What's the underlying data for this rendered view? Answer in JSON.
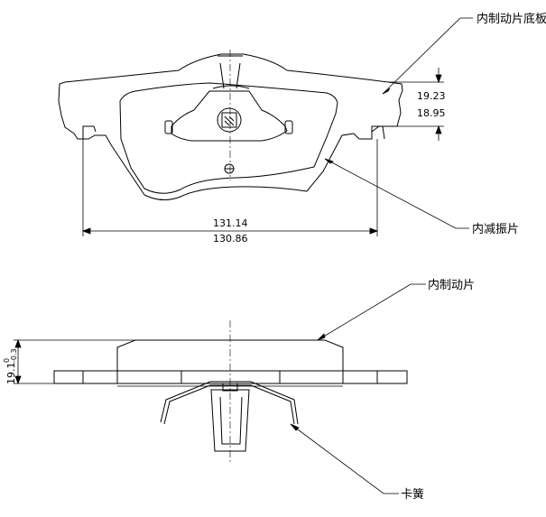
{
  "labels": {
    "backing_plate": "内制动片底板",
    "shim": "内减振片",
    "brake_pad": "内制动片",
    "clip": "卡簧"
  },
  "dimensions": {
    "thickness_max": "19.23",
    "thickness_min": "18.95",
    "width_max": "131.14",
    "width_min": "130.86",
    "height_nominal": "19.1",
    "height_tol_upper": "0",
    "height_tol_lower": "-0.3"
  }
}
